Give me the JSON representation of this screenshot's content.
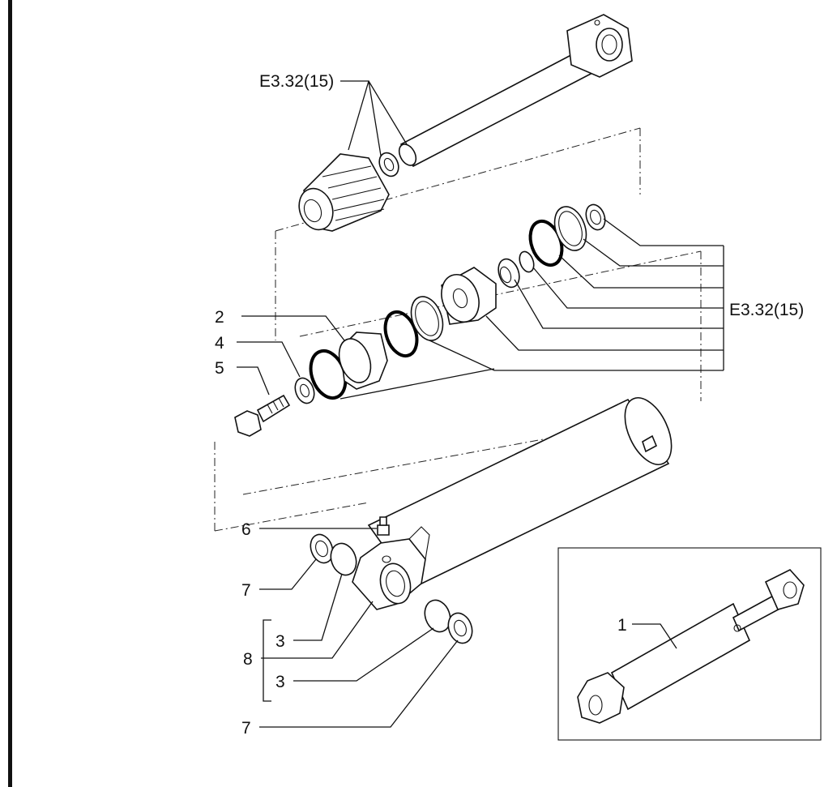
{
  "callouts": {
    "ref_top": "E3.32(15)",
    "ref_right": "E3.32(15)",
    "item_1": "1",
    "item_2": "2",
    "item_3a": "3",
    "item_3b": "3",
    "item_4": "4",
    "item_5": "5",
    "item_6": "6",
    "item_7a": "7",
    "item_7b": "7",
    "item_8": "8"
  }
}
